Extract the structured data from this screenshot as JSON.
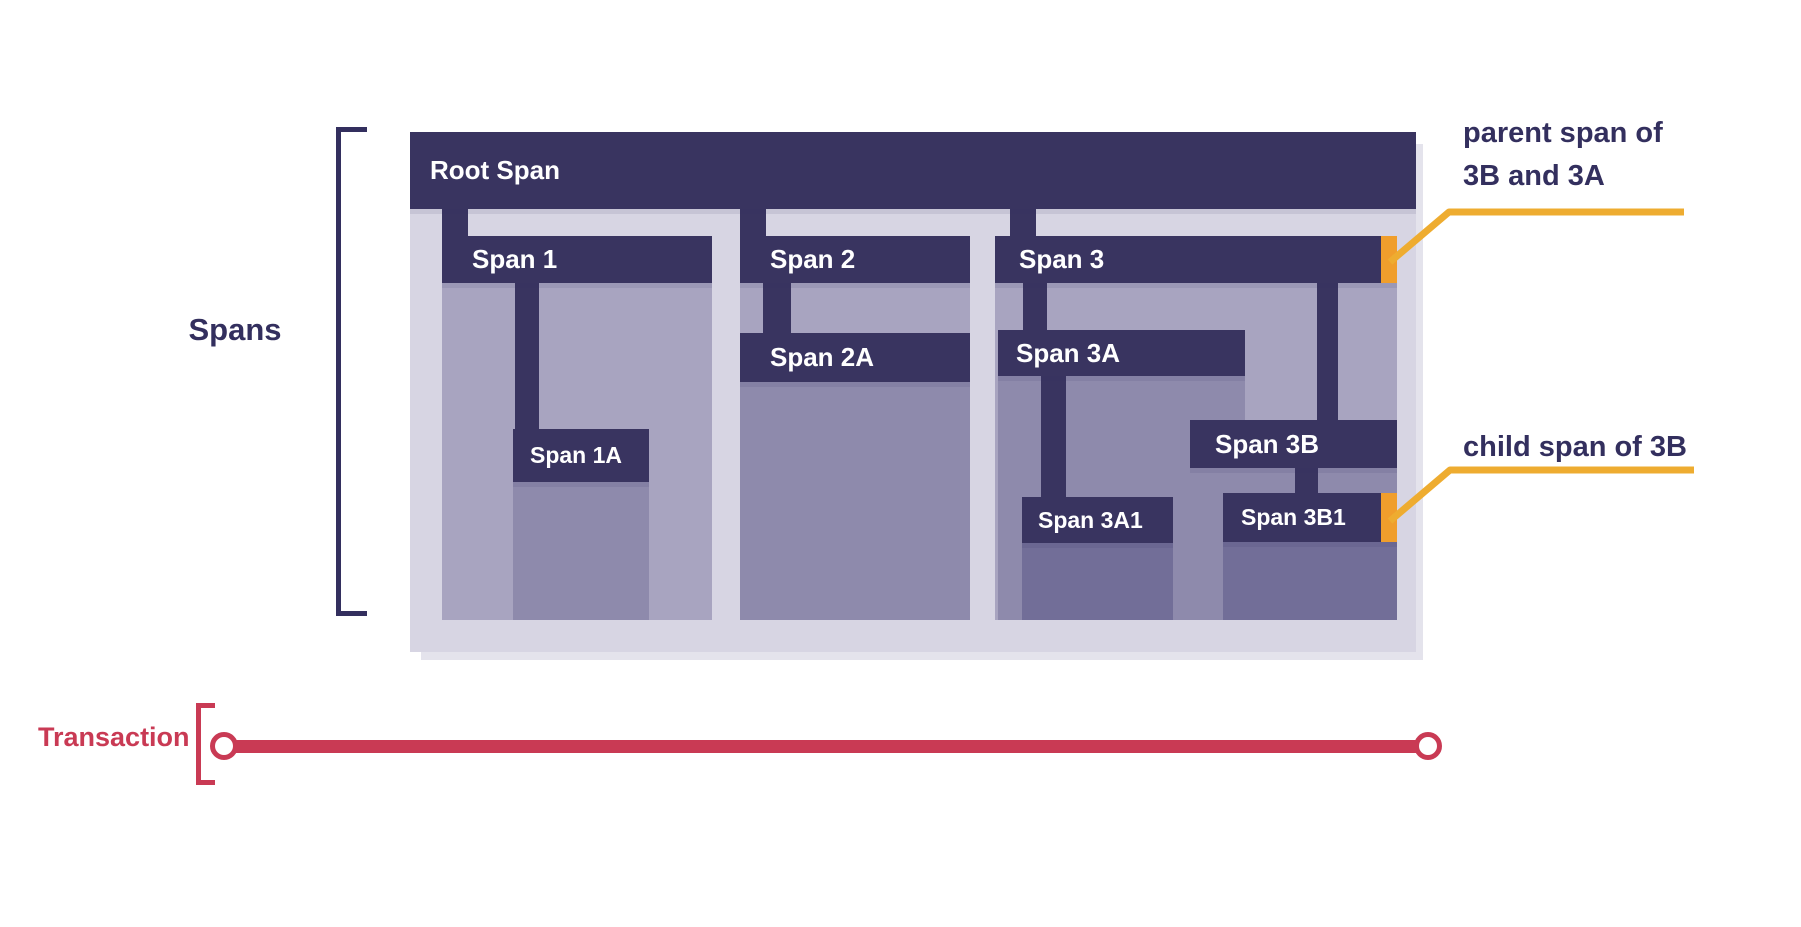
{
  "labels": {
    "spans": "Spans",
    "transaction": "Transaction"
  },
  "spans": {
    "root": {
      "label": "Root Span"
    },
    "s1": {
      "label": "Span 1"
    },
    "s1a": {
      "label": "Span 1A"
    },
    "s2": {
      "label": "Span 2"
    },
    "s2a": {
      "label": "Span 2A"
    },
    "s3": {
      "label": "Span 3"
    },
    "s3a": {
      "label": "Span 3A"
    },
    "s3a1": {
      "label": "Span 3A1"
    },
    "s3b": {
      "label": "Span 3B"
    },
    "s3b1": {
      "label": "Span 3B1"
    }
  },
  "hierarchy": {
    "Root Span": {
      "Span 1": {
        "Span 1A": {}
      },
      "Span 2": {
        "Span 2A": {}
      },
      "Span 3": {
        "Span 3A": {
          "Span 3A1": {}
        },
        "Span 3B": {
          "Span 3B1": {}
        }
      }
    }
  },
  "annotations": {
    "parent_span": {
      "line1": "parent span of",
      "line2": "3B and 3A"
    },
    "child_span": {
      "text": "child span of 3B"
    }
  },
  "colors": {
    "span_bar": "#393460",
    "container_bg": "#d7d5e3",
    "light_body": "#a8a4c0",
    "medium_body": "#8e8aac",
    "dark_body": "#726e98",
    "marker_orange": "#f09e2c",
    "callout_yellow": "#eeac30",
    "ink": "#332f5e",
    "transaction_red": "#c93a54"
  }
}
